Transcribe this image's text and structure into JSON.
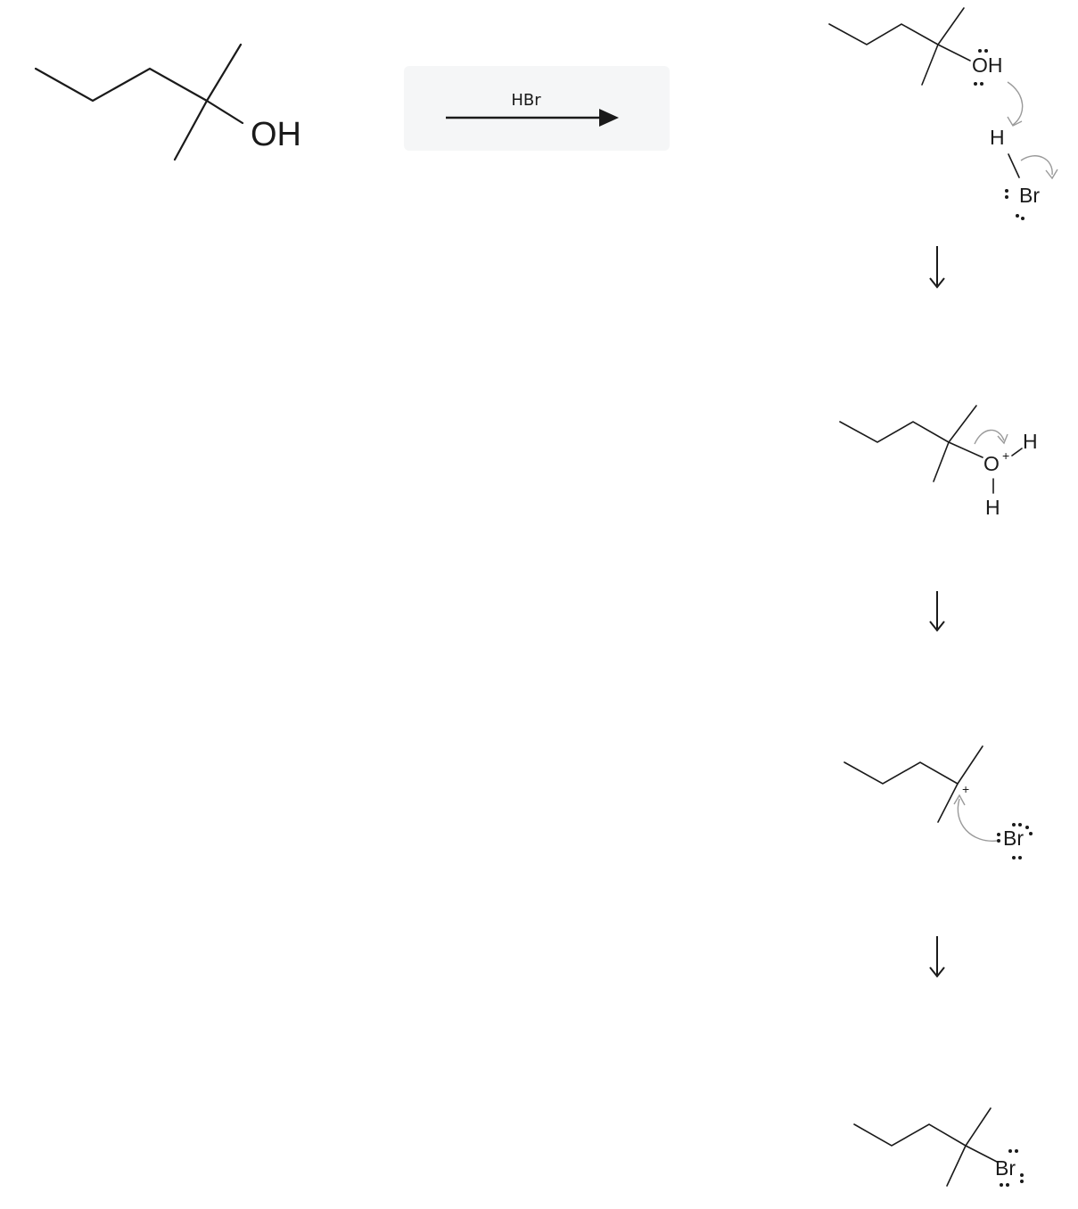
{
  "reaction": {
    "reactant": {
      "oh_label": "OH"
    },
    "conditions": {
      "reagent": "HBr"
    }
  },
  "mechanism": {
    "step1": {
      "oh_label": "OH",
      "h_label": "H",
      "br_label": "Br"
    },
    "step2": {
      "o_label": "O",
      "charge": "+",
      "h_label_right": "H",
      "h_label_bottom": "H"
    },
    "step3": {
      "charge": "+",
      "br_label": "Br"
    },
    "step4": {
      "br_label": "Br"
    }
  },
  "colors": {
    "ink": "#1a1a1a",
    "curly_arrow": "#9a9a9a",
    "reagent_box": "#f5f6f7"
  }
}
